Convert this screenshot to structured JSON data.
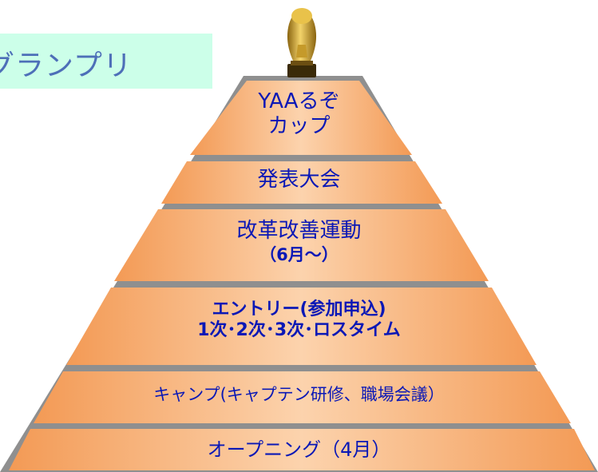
{
  "title": "グランプリ",
  "colors": {
    "title_background": "#ccffe9",
    "title_text": "#4d6fb8",
    "tier_fill": "#f6a96b",
    "tier_fill_light": "#fcd3ad",
    "tier_edge": "#8f8f8f",
    "label_text": "#0a18b6"
  },
  "trophy_icon": "world-cup-trophy",
  "tiers": [
    {
      "line1": "YAAるぞ",
      "line2": "カップ"
    },
    {
      "line1": "発表大会"
    },
    {
      "line1": "改革改善運動",
      "line2": "（6月～）"
    },
    {
      "line1": "エントリー(参加申込)",
      "line2": "1次･2次･3次･ロスタイム"
    },
    {
      "line1": "キャンプ(キャプテン研修、職場会議）"
    },
    {
      "line1": "オープニング（4月）"
    }
  ]
}
